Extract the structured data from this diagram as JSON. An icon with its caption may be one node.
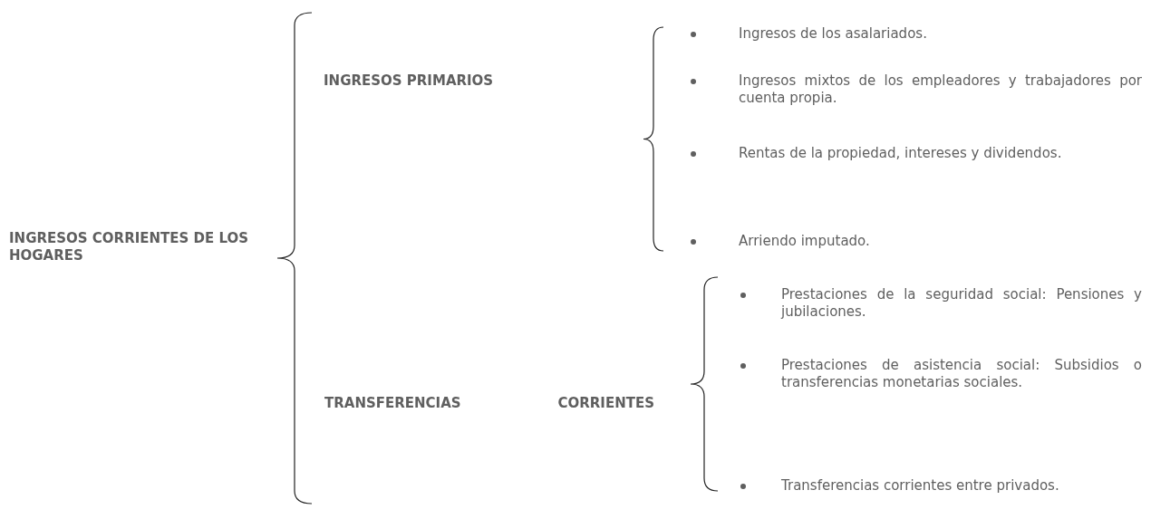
{
  "diagram": {
    "labels": [
      "INGRESOS CORRIENTES DE LOS HOGARES",
      "INGRESOS PRIMARIOS",
      "Ingresos de los asalariados.",
      "Ingresos mixtos de los empleadores y trabajadores por cuenta propia.",
      "Rentas de la propiedad, intereses y dividendos.",
      "Arriendo imputado.",
      "TRANSFERENCIAS CORRIENTES",
      "Prestaciones de la seguridad social: Pensiones y jubilaciones.",
      "Prestaciones de asistencia social: Subsidios o transferencias monetarias sociales.",
      "Transferencias corrientes entre privados."
    ]
  }
}
